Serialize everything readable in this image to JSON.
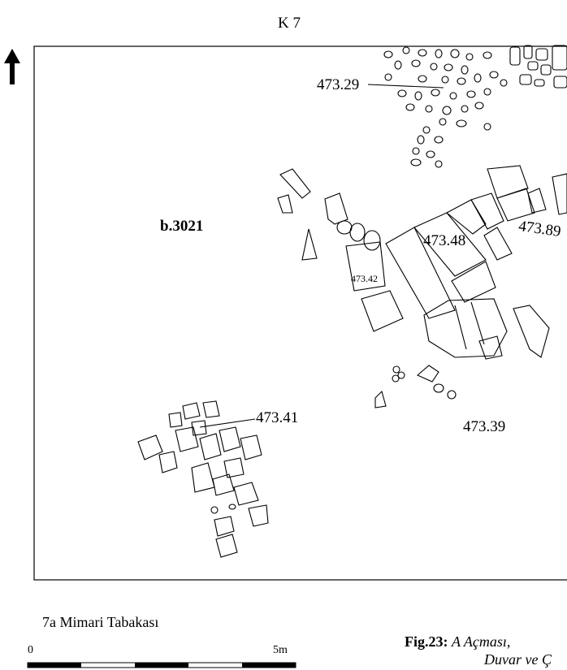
{
  "grid_square": "K 7",
  "room_label": "b.3021",
  "elevations": {
    "e1": "473.29",
    "e2": "473.48",
    "e3": "473.89",
    "e4": "473.42",
    "e5": "473.41",
    "e6": "473.39"
  },
  "layer_title": "7a Mimari Tabakası",
  "scale": {
    "start": "0",
    "end": "5m"
  },
  "caption": {
    "label": "Fig.23:",
    "line1": "A Açması, ",
    "line2": "Duvar ve Ç"
  },
  "north_arrow": "north-arrow-icon"
}
